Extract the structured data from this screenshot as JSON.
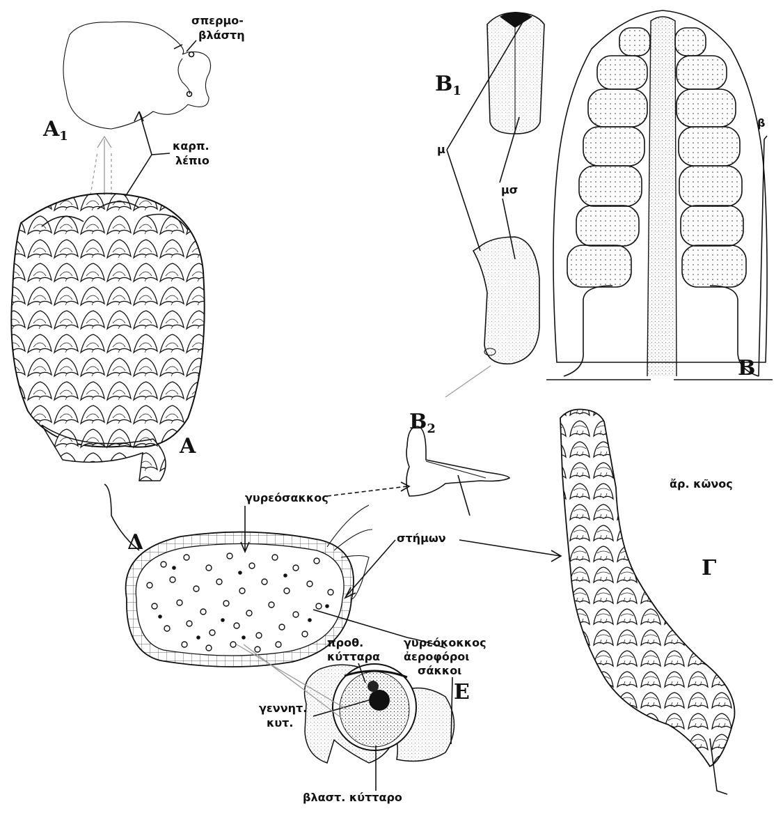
{
  "figure": {
    "panels": {
      "A": "A",
      "A1": {
        "letter": "A",
        "subscript": "1"
      },
      "B": "B",
      "B1": {
        "letter": "B",
        "subscript": "1"
      },
      "B2": {
        "letter": "B",
        "subscript": "2"
      },
      "Gamma": "Γ",
      "Delta": "Δ",
      "E": "E"
    },
    "labels": {
      "spermoblasti_line1": "σπερμο-",
      "spermoblasti_line2": "βλάστη",
      "karp_line1": "καρπ.",
      "karp_line2": "λέπιο",
      "mu": "μ",
      "musigma": "μσ",
      "beta": "β",
      "gyreosakkos": "γυρεόσακκος",
      "stimon": "στήμων",
      "ar_konos": "ἄρ. κῶνος",
      "gyreokokkos": "γυρεόκοκκος",
      "aerofor_line1": "ἀεροφόροι",
      "aerofor_line2": "σάκκοι",
      "proth_line1": "προθ.",
      "proth_line2": "κύτταρα",
      "gennit_line1": "γεννητ.",
      "gennit_line2": "κυτ.",
      "vlast": "βλαστ. κύτταρο"
    }
  }
}
